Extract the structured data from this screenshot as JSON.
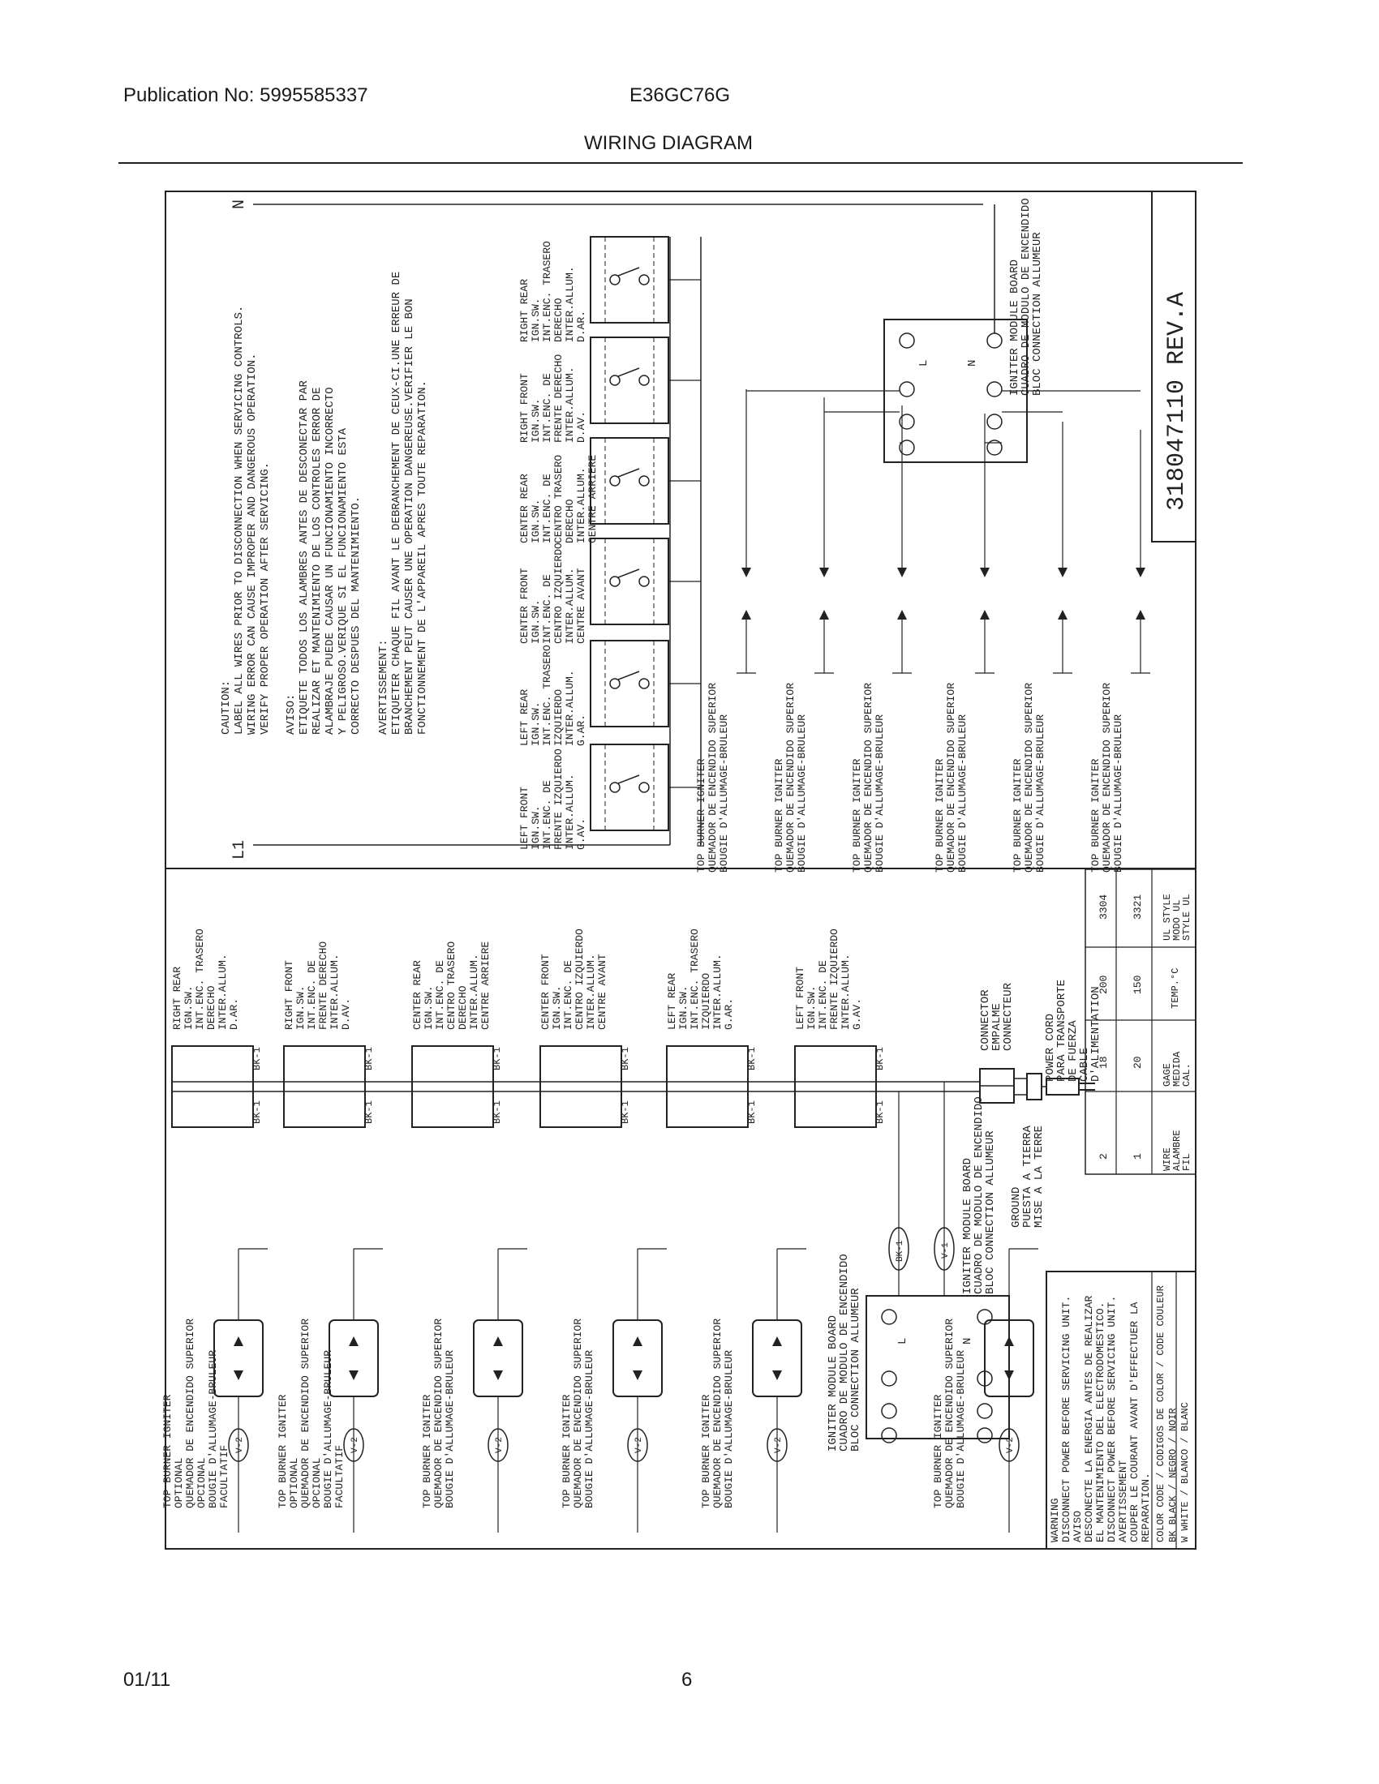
{
  "header": {
    "publication": "Publication No: 5995585337",
    "model": "E36GC76G",
    "title": "WIRING DIAGRAM"
  },
  "footer": {
    "date": "01/11",
    "page": "6"
  },
  "diagram": {
    "part_number": "318047110 REV.A",
    "n_label": "N",
    "l1_label": "L1",
    "caution": [
      "CAUTION:",
      "LABEL ALL WIRES PRIOR TO DISCONNECTION WHEN SERVICING CONTROLS.",
      "WIRING ERROR CAN CAUSE IMPROPER AND DANGEROUS OPERATION.",
      "VERIFY PROPER OPERATION AFTER SERVICING."
    ],
    "aviso": [
      "AVISO:",
      "ETIQUETE TODOS LOS ALAMBRES ANTES DE DESCONECTAR PAR",
      "REALIZAR ET MANTENIMIENTO DE LOS CONTROLES ERROR DE",
      "ALAMBRAJE PUEDE CAUSAR UN FUNCIONAMIENTO INCORRECTO",
      "Y PELIGROSO.VERIQUE SI EL FUNCIONAMIENTO ESTA",
      "CORRECTO DESPUES DEL MANTENIMIENTO."
    ],
    "avertissement": [
      "AVERTISSEMENT:",
      "ETIQUETER CHAQUE FIL AVANT LE DEBRANCHEMENT DE CEUX-CI.UNE ERREUR DE",
      "BRANCHEMENT PEUT CAUSER UNE OPERATION DANGEREUSE.VERIFIER LE BON",
      "FONCTIONNEMENT DE L'APPAREIL APRES TOUTE REPARATION."
    ],
    "switches": [
      [
        "LEFT FRONT",
        "IGN.SW.",
        "INT.ENC. DE",
        "FRENTE IZQUIERDO",
        "INTER.ALLUM.",
        "G.AV."
      ],
      [
        "LEFT REAR",
        "IGN.SW.",
        "INT.ENC. TRASERO",
        "IZQUIERDO",
        "INTER.ALLUM.",
        "G.AR."
      ],
      [
        "CENTER FRONT",
        "IGN.SW.",
        "INT.ENC. DE",
        "CENTRO IZQUIERDO",
        "INTER.ALLUM.",
        "CENTRE AVANT"
      ],
      [
        "CENTER REAR",
        "IGN.SW.",
        "INT.ENC. DE",
        "CENTRO TRASERO",
        "DERECHO",
        "INTER.ALLUM.",
        "CENTRE ARRIERE"
      ],
      [
        "RIGHT FRONT",
        "IGN.SW.",
        "INT.ENC. DE",
        "FRENTE DERECHO",
        "INTER.ALLUM.",
        "D.AV."
      ],
      [
        "RIGHT REAR",
        "IGN.SW.",
        "INT.ENC. TRASERO",
        "DERECHO",
        "INTER.ALLUM.",
        "D.AR."
      ]
    ],
    "igniter_label": [
      "TOP BURNER IGNITER",
      "QUEMADOR DE ENCENDIDO SUPERIOR",
      "BOUGIE D'ALLUMAGE-BRULEUR"
    ],
    "module_label": [
      "IGNITER MODULE BOARD",
      "CUADRO DE MODULO DE ENCENDIDO",
      "BLOC CONNECTION ALLUMEUR"
    ],
    "optional_igniter_label": [
      "TOP BURNER IGNITER",
      "OPTIONAL",
      "QUEMADOR DE ENCENDIDO SUPERIOR",
      "OPCIONAL",
      "BOUGIE D'ALLUMAGE-BRULEUR",
      "FACULTATIF"
    ],
    "ground_label": [
      "GROUND",
      "PUESTA A TIERRA",
      "MISE A LA TERRE"
    ],
    "connector_label": [
      "CONNECTOR",
      "EMPALME",
      "CONNECTEUR"
    ],
    "power_cord_label": [
      "POWER CORD",
      "PARA TRANSPORTE",
      "DE FUERZA",
      "CABLE",
      "D'ALIMENTATION"
    ],
    "wire_label_bk1": "BK-1",
    "wire_label_v1": "V-1",
    "wire_label_v2": "V-2",
    "module_l": "L",
    "module_n": "N",
    "wire_table": {
      "head": [
        "WIRE",
        "ALAMBRE",
        "FIL"
      ],
      "gage_head": [
        "GAGE",
        "MEDIDA",
        "CAL."
      ],
      "temp_head": "TEMP.°C",
      "style_head": [
        "UL STYLE",
        "MODO UL",
        "STYLE UL"
      ],
      "rows": [
        [
          "2",
          "18",
          "200",
          "3304"
        ],
        [
          "1",
          "20",
          "150",
          "3321"
        ]
      ]
    },
    "warning": [
      "WARNING",
      "DISCONNECT POWER BEFORE SERVICING UNIT.",
      "AVISO",
      "DESCONECTE LA ENERGIA ANTES DE REALIZAR",
      "EL MANTENIMIENTO DEL ELECTRODOMESTICO.",
      "DISCONNECT POWER BEFORE SERVICING UNIT.",
      "AVERTISSEMENT",
      "COUPER LE COURANT AVANT D'EFFECTUER LA",
      "REPARATION."
    ],
    "color_code": [
      "COLOR CODE / CODIGOS DE COLOR / CODE COULEUR",
      "BK  BLACK / NEGRO / NOIR",
      "W   WHITE / BLANCO / BLANC"
    ]
  }
}
